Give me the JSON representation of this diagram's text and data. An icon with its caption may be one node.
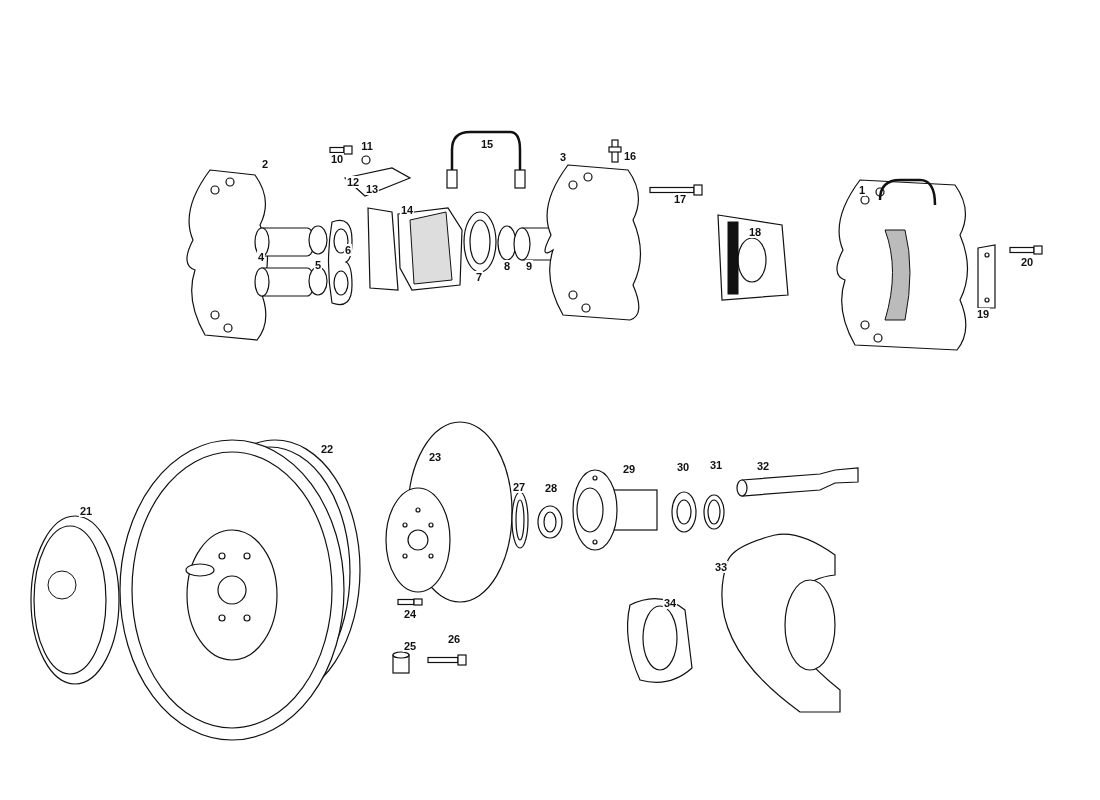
{
  "diagram": {
    "labels": [
      "1",
      "2",
      "3",
      "4",
      "5",
      "6",
      "7",
      "8",
      "9",
      "10",
      "11",
      "12",
      "13",
      "14",
      "15",
      "16",
      "17",
      "18",
      "19",
      "20",
      "21",
      "22",
      "23",
      "24",
      "25",
      "26",
      "27",
      "28",
      "29",
      "30",
      "31",
      "32",
      "33",
      "34"
    ]
  }
}
